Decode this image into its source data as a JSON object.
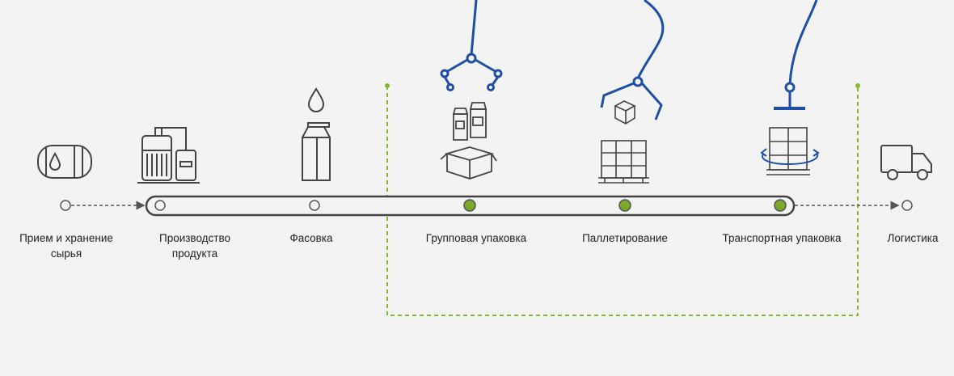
{
  "colors": {
    "background": "#f3f3f3",
    "outline": "#444444",
    "robot_blue": "#1f4fa3",
    "accent_green": "#7aa82a",
    "zone_dash": "#86b82f"
  },
  "stages": [
    {
      "label": "Прием и хранение\nсырья",
      "icon": "tank-icon",
      "active": false,
      "on_conveyor": false
    },
    {
      "label": "Производство\nпродукта",
      "icon": "factory-equipment-icon",
      "active": false,
      "on_conveyor": true
    },
    {
      "label": "Фасовка",
      "icon": "milk-carton-icon",
      "active": false,
      "on_conveyor": true
    },
    {
      "label": "Групповая упаковка",
      "icon": "group-packing-icon",
      "active": true,
      "on_conveyor": true
    },
    {
      "label": "Паллетирование",
      "icon": "palletizing-icon",
      "active": true,
      "on_conveyor": true
    },
    {
      "label": "Транспортная упаковка",
      "icon": "stretch-wrap-icon",
      "active": true,
      "on_conveyor": true
    },
    {
      "label": "Логистика",
      "icon": "truck-icon",
      "active": false,
      "on_conveyor": false
    }
  ]
}
